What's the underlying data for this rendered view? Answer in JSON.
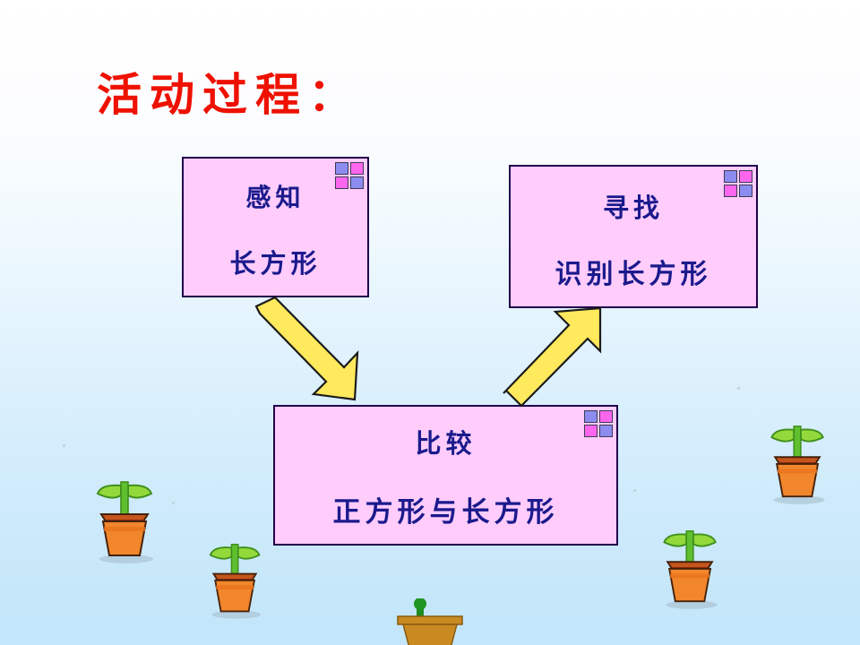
{
  "slide": {
    "title": "活动过程：",
    "title_color": "#ee1100",
    "background_top_color": "#ffffff",
    "background_bottom_color": "#c3e6fa"
  },
  "boxes": [
    {
      "id": "sense",
      "name": "感知长方形",
      "line_1": "感知",
      "line_2": "长方形",
      "fill_color": "#ffccfb",
      "border_color": "#21004a",
      "text_color": "#1a1a8c"
    },
    {
      "id": "find",
      "name": "寻找识别长方形",
      "line_1": "寻找",
      "line_2": "识别长方形",
      "fill_color": "#ffccfb",
      "border_color": "#21004a",
      "text_color": "#1a1a8c"
    },
    {
      "id": "compare",
      "name": "比较正方形与长方形",
      "line_1": "比较",
      "line_2": "正方形与长方形",
      "fill_color": "#ffccfb",
      "border_color": "#21004a",
      "text_color": "#1a1a8c"
    }
  ],
  "decorations": {
    "corner_square_blue": "#8c8cf0",
    "corner_square_pink": "#ff66ee"
  },
  "arrows": [
    {
      "id": "sense-to-compare",
      "direction": "down-right",
      "from": "感知长方形",
      "to": "比较正方形与长方形",
      "fill_color": "#ffe95c",
      "outline_color": "#1a1a1a"
    },
    {
      "id": "compare-to-find",
      "direction": "up-right",
      "from": "比较正方形与长方形",
      "to": "寻找识别长方形",
      "fill_color": "#ffe95c",
      "outline_color": "#1a1a1a"
    }
  ],
  "plants": {
    "pot_color": "#f2862c",
    "pot_rim_color": "#e8731c",
    "soil_color": "#8c2a0a",
    "leaf_color": "#93d93b",
    "stem_color": "#5fbf2e",
    "count": 4,
    "planter_color": "#c98a22"
  }
}
